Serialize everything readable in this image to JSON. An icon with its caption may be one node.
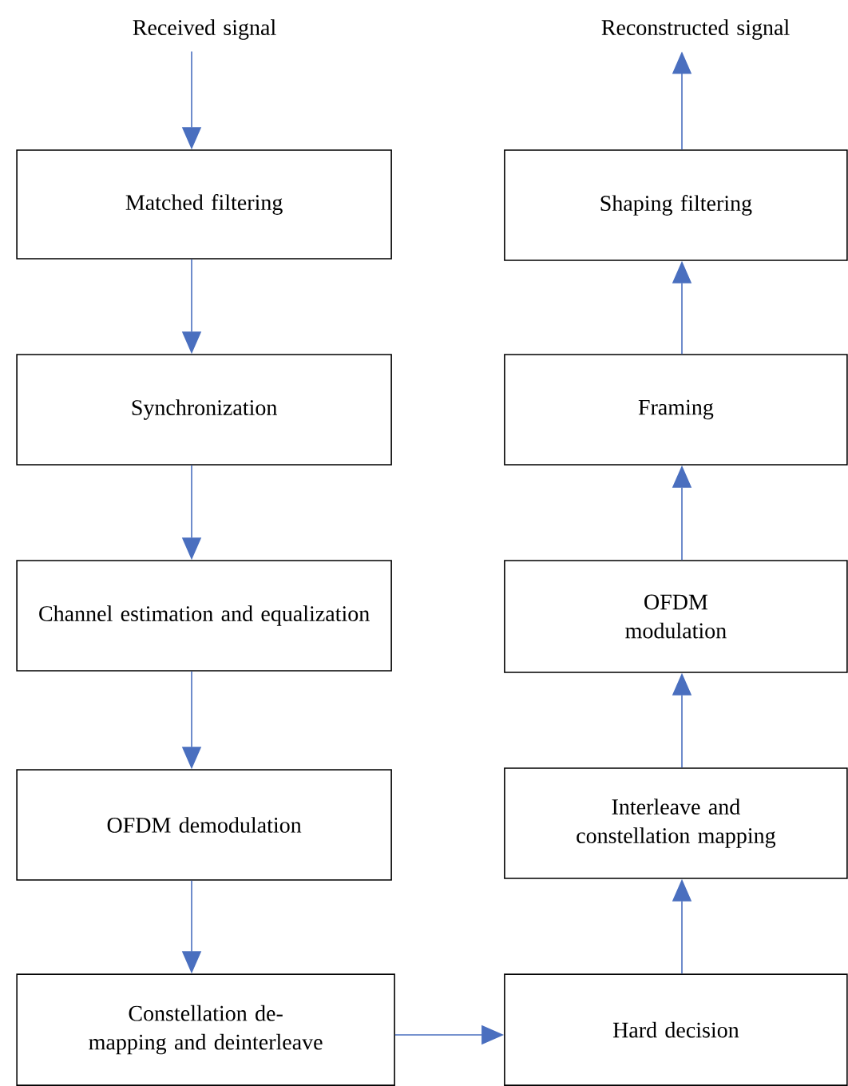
{
  "diagram": {
    "nodes": [
      {
        "text": [
          "Received signal"
        ]
      },
      {
        "text": [
          "Reconstructed signal"
        ]
      },
      {
        "text": [
          "Matched filtering"
        ]
      },
      {
        "text": [
          "Shaping filtering"
        ]
      },
      {
        "text": [
          "Synchronization"
        ]
      },
      {
        "text": [
          "Framing"
        ]
      },
      {
        "text": [
          "Channel estimation and equalization"
        ]
      },
      {
        "text": [
          "OFDM modulation"
        ]
      },
      {
        "text": [
          "OFDM demodulation"
        ]
      },
      {
        "text": [
          "Interleave and constellation mapping"
        ]
      },
      {
        "text": [
          "Constellation de-mapping and deinterleave"
        ]
      },
      {
        "text": [
          "Hard decision"
        ]
      }
    ],
    "edges": [
      {
        "from": 0,
        "to": 2,
        "arrow": "to"
      },
      {
        "from": 2,
        "to": 4,
        "arrow": "to"
      },
      {
        "from": 4,
        "to": 6,
        "arrow": "to"
      },
      {
        "from": 6,
        "to": 8,
        "arrow": "to"
      },
      {
        "from": 8,
        "to": 10,
        "arrow": "to"
      },
      {
        "from": 10,
        "to": 11,
        "arrow": "to"
      },
      {
        "from": 11,
        "to": 9,
        "arrow": "to"
      },
      {
        "from": 9,
        "to": 7,
        "arrow": "to"
      },
      {
        "from": 7,
        "to": 5,
        "arrow": "to"
      },
      {
        "from": 5,
        "to": 3,
        "arrow": "to"
      },
      {
        "from": 3,
        "to": 1,
        "arrow": "to"
      }
    ]
  }
}
